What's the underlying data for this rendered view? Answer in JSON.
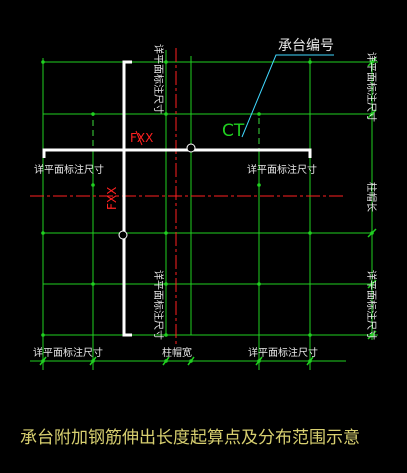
{
  "labels": {
    "pile_cap_number": "承台编号",
    "cap_code": "CT",
    "red_mark_horizontal": "FXX",
    "red_mark_vertical": "FXX",
    "dim_plan_note": "详平面标注尺寸",
    "column_cap_width": "柱帽宽",
    "column_cap_length": "柱帽长",
    "caption": "承台附加钢筋伸出长度起算点及分布范围示意"
  },
  "colors": {
    "background": "#000000",
    "dashed_green": "#3cdc3c",
    "solid_green": "#20d020",
    "white": "#ffffff",
    "red": "#ff2020",
    "cyan": "#40d8ff",
    "text": "#e8e8e8",
    "caption": "#d8d070"
  }
}
